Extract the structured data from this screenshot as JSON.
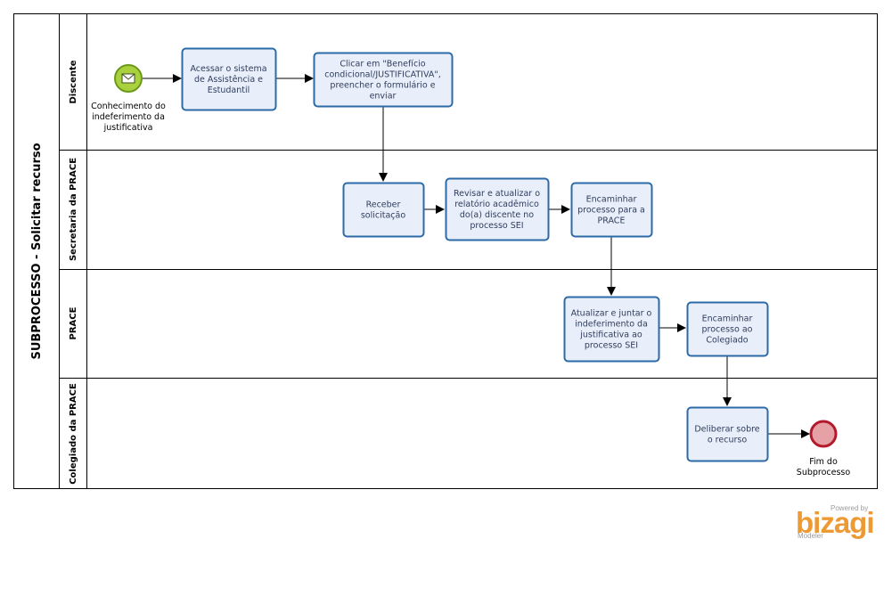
{
  "pool": {
    "title": "SUBPROCESSO - Solicitar recurso"
  },
  "lanes": [
    {
      "id": "discente",
      "label": "Discente"
    },
    {
      "id": "secretaria",
      "label": "Secretaria da PRACE"
    },
    {
      "id": "prace",
      "label": "PRACE"
    },
    {
      "id": "colegiado",
      "label": "Colegiado da PRACE"
    }
  ],
  "tasks": [
    {
      "id": "t1",
      "lines": [
        "Acessar o sistema",
        "de Assistência e",
        "Estudantil"
      ]
    },
    {
      "id": "t2",
      "lines": [
        "Clicar em \"Benefício",
        "condicional/JUSTIFICATIVA\",",
        "preencher o formulário e",
        "enviar"
      ]
    },
    {
      "id": "t3",
      "lines": [
        "Receber",
        "solicitação"
      ]
    },
    {
      "id": "t4",
      "lines": [
        "Revisar e atualizar o",
        "relatório acadêmico",
        "do(a) discente no",
        "processo SEI"
      ]
    },
    {
      "id": "t5",
      "lines": [
        "Encaminhar",
        "processo para a",
        "PRACE"
      ]
    },
    {
      "id": "t6",
      "lines": [
        "Atualizar e juntar o",
        "indeferimento da",
        "justificativa ao",
        "processo SEI"
      ]
    },
    {
      "id": "t7",
      "lines": [
        "Encaminhar",
        "processo ao",
        "Colegiado"
      ]
    },
    {
      "id": "t8",
      "lines": [
        "Deliberar sobre",
        "o recurso"
      ]
    }
  ],
  "events": {
    "start": {
      "lines": [
        "Conhecimento do",
        "indeferimento da",
        "justificativa"
      ],
      "icon": "envelope-icon",
      "color": "#a9d13e"
    },
    "end": {
      "lines": [
        "Fim do",
        "Subprocesso"
      ],
      "color": "#e5a1a6"
    }
  },
  "colors": {
    "task_fill": "#e8eefa",
    "task_stroke": "#2d6aa8",
    "end_stroke": "#b31b2c",
    "start_stroke": "#6b9a1b"
  },
  "branding": {
    "powered": "Powered by",
    "name": "bizagi",
    "sub": "Modeler"
  }
}
